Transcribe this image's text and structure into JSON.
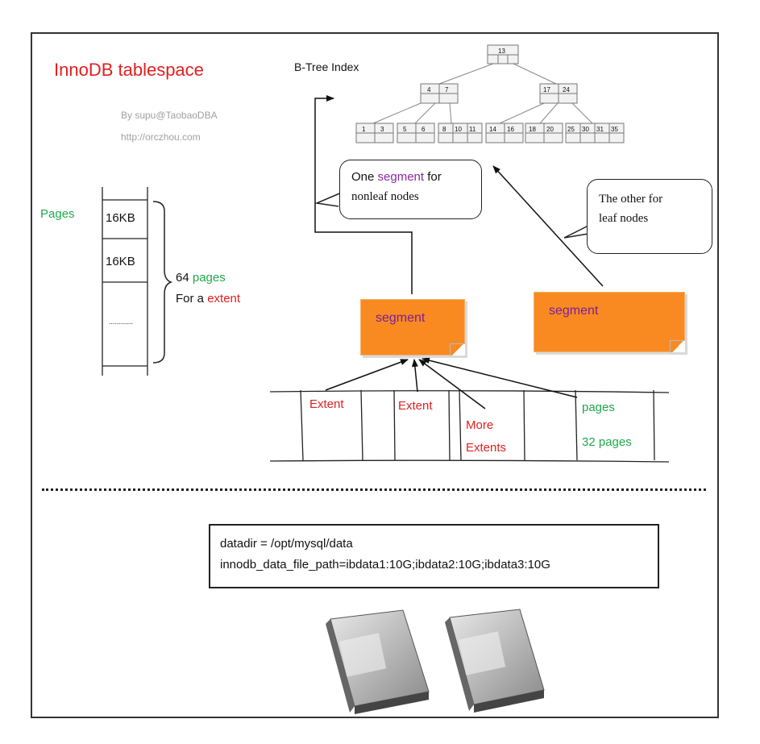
{
  "title": "InnoDB tablespace",
  "credit": {
    "author": "By supu@TaobaoDBA",
    "url": "http://orczhou.com"
  },
  "btree_label": "B-Tree Index",
  "btree": {
    "root": [
      "13"
    ],
    "level2": [
      [
        "4",
        "7"
      ],
      [
        "17",
        "24"
      ]
    ],
    "leaves": [
      [
        "1",
        "3"
      ],
      [
        "5",
        "6"
      ],
      [
        "8",
        "10",
        "11"
      ],
      [
        "14",
        "16"
      ],
      [
        "18",
        "20"
      ],
      [
        "25",
        "30",
        "31",
        "35"
      ]
    ]
  },
  "pages": {
    "label": "Pages",
    "cells": [
      "16KB",
      "16KB",
      "............"
    ],
    "brace_text": {
      "count": "64",
      "word": "pages",
      "line2_prefix": "For a",
      "line2_word": "extent"
    }
  },
  "bubbles": {
    "nonleaf": {
      "line1_prefix": "One",
      "line1_word": "segment",
      "line1_suffix": "for",
      "line2": "nonleaf nodes"
    },
    "leaf": {
      "line1": "The other for",
      "line2": "leaf nodes"
    }
  },
  "segments": [
    "segment",
    "segment"
  ],
  "strip": {
    "extent1": "Extent",
    "extent2": "Extent",
    "more1": "More",
    "more2": "Extents",
    "pages": "pages",
    "pages32": "32 pages"
  },
  "config": {
    "line1": "datadir = /opt/mysql/data",
    "line2": "innodb_data_file_path=ibdata1:10G;ibdata2:10G;ibdata3:10G"
  },
  "colors": {
    "accent_red": "#e02020",
    "green": "#1fa84a",
    "segment_orange": "#f98a22",
    "purple": "#8a2aa0"
  }
}
